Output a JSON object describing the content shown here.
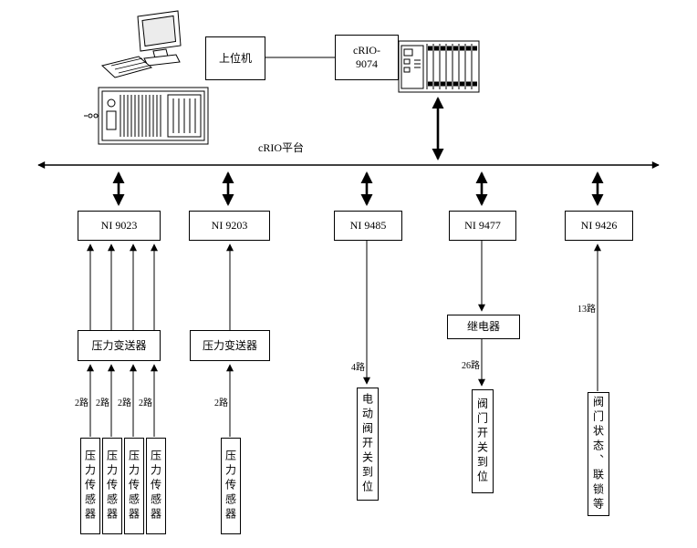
{
  "platform_label": "cRIO平台",
  "host": {
    "label": "上位机"
  },
  "controller": {
    "label": "cRIO-\n9074"
  },
  "modules": [
    {
      "label": "NI 9023"
    },
    {
      "label": "NI 9203"
    },
    {
      "label": "NI 9485"
    },
    {
      "label": "NI 9477"
    },
    {
      "label": "NI 9426"
    }
  ],
  "transmitter1": {
    "label": "压力变送器"
  },
  "transmitter2": {
    "label": "压力变送器"
  },
  "relay": {
    "label": "继电器"
  },
  "sensors": [
    {
      "label": "压力传感器",
      "channel": "2路"
    },
    {
      "label": "压力传感器",
      "channel": "2路"
    },
    {
      "label": "压力传感器",
      "channel": "2路"
    },
    {
      "label": "压力传感器",
      "channel": "2路"
    },
    {
      "label": "压力传感器",
      "channel": "2路"
    }
  ],
  "branches": {
    "motor_valve": {
      "label": "电动阀开关到位",
      "channel": "4路"
    },
    "valve_switch": {
      "label": "阀门开关到位",
      "channel": "26路"
    },
    "valve_status": {
      "label": "阀门状态、联锁等",
      "channel": "13路"
    }
  }
}
